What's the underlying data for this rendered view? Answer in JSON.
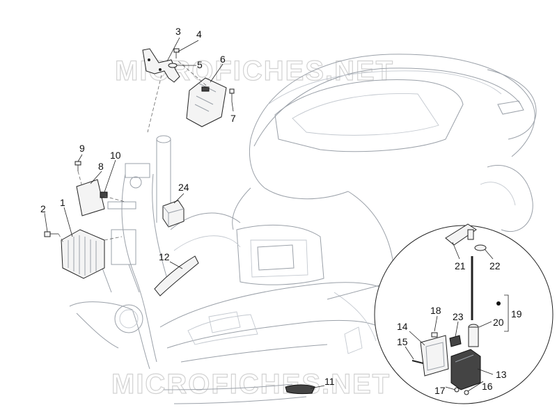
{
  "watermark": {
    "text": "MICROFICHES.NET"
  },
  "callouts": [
    {
      "id": "c1",
      "label": "1"
    },
    {
      "id": "c2",
      "label": "2"
    },
    {
      "id": "c3",
      "label": "3"
    },
    {
      "id": "c4",
      "label": "4"
    },
    {
      "id": "c5",
      "label": "5"
    },
    {
      "id": "c6",
      "label": "6"
    },
    {
      "id": "c7",
      "label": "7"
    },
    {
      "id": "c8",
      "label": "8"
    },
    {
      "id": "c9",
      "label": "9"
    },
    {
      "id": "c10",
      "label": "10"
    },
    {
      "id": "c11",
      "label": "11"
    },
    {
      "id": "c12",
      "label": "12"
    },
    {
      "id": "c13",
      "label": "13"
    },
    {
      "id": "c14",
      "label": "14"
    },
    {
      "id": "c15",
      "label": "15"
    },
    {
      "id": "c16",
      "label": "16"
    },
    {
      "id": "c17",
      "label": "17"
    },
    {
      "id": "c18",
      "label": "18"
    },
    {
      "id": "c19",
      "label": "19"
    },
    {
      "id": "c20",
      "label": "20"
    },
    {
      "id": "c21",
      "label": "21"
    },
    {
      "id": "c22",
      "label": "22"
    },
    {
      "id": "c23",
      "label": "23"
    },
    {
      "id": "c24",
      "label": "24"
    }
  ]
}
